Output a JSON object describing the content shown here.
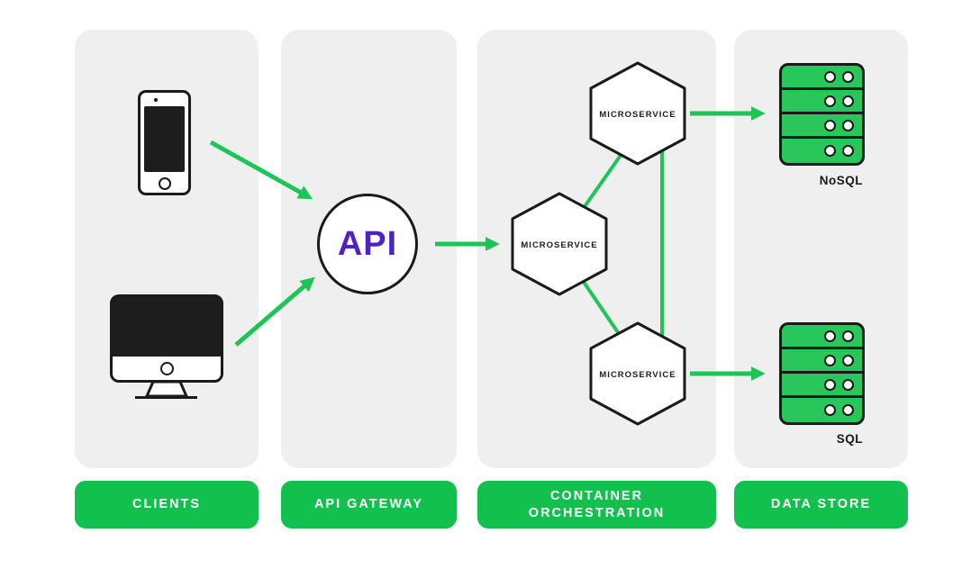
{
  "diagram": {
    "columns": [
      {
        "label": "CLIENTS"
      },
      {
        "label": "API GATEWAY"
      },
      {
        "label": "CONTAINER ORCHESTRATION"
      },
      {
        "label": "DATA STORE"
      }
    ],
    "clients": {
      "icons": [
        "smartphone-icon",
        "desktop-monitor-icon"
      ]
    },
    "api_gateway": {
      "label": "API"
    },
    "microservices": [
      {
        "label": "MICROSERVICE"
      },
      {
        "label": "MICROSERVICE"
      },
      {
        "label": "MICROSERVICE"
      }
    ],
    "data_stores": [
      {
        "label": "NoSQL",
        "icon": "database-server-icon"
      },
      {
        "label": "SQL",
        "icon": "database-server-icon"
      }
    ],
    "colors": {
      "button_green": "#12c04e",
      "arrow_green": "#1cc555",
      "server_green": "#29c65b",
      "panel_gray": "#efefef",
      "outline_black": "#1a1a1a",
      "api_purple": "#4e23c4"
    }
  }
}
